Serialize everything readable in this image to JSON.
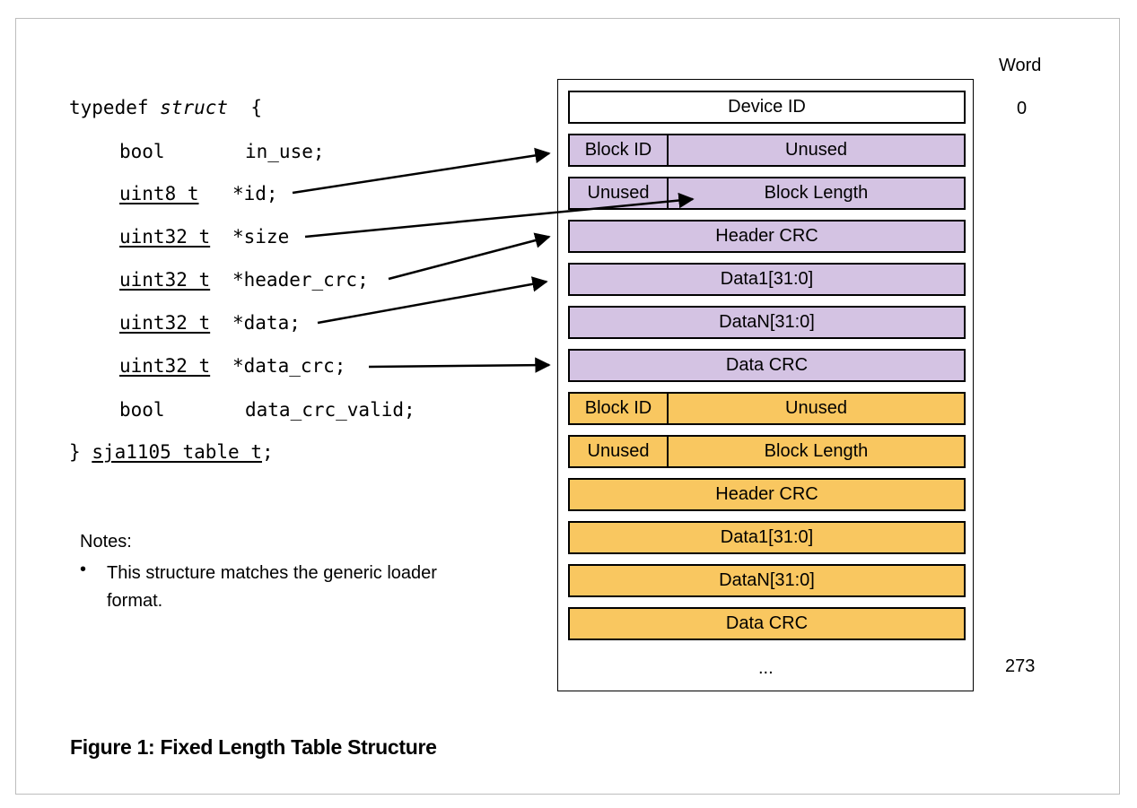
{
  "code": {
    "l1_kw": "typedef",
    "l1_struct": "struct",
    "l1_brace": "{",
    "l2_type": "bool",
    "l2_name": "in_use;",
    "l3_type": "uint8 t",
    "l3_name": "*id;",
    "l4_type": "uint32 t",
    "l4_name": "*size",
    "l5_type": "uint32 t",
    "l5_name": "*header_crc;",
    "l6_type": "uint32 t",
    "l6_name": "*data;",
    "l7_type": "uint32 t",
    "l7_name": "*data_crc;",
    "l8_type": "bool",
    "l8_name": "data_crc_valid;",
    "l9_brace": "}",
    "l9_name": "sja1105 table t",
    "l9_semi": ";"
  },
  "notes": {
    "title": "Notes:",
    "bullet": "•",
    "text": "This structure matches the generic loader format."
  },
  "word_header": "Word",
  "word_start": "0",
  "word_end": "273",
  "ellipsis": "...",
  "rows": [
    {
      "type": "full",
      "color": "white",
      "label": "Device ID"
    },
    {
      "type": "split",
      "color": "purple",
      "left": "Block ID",
      "right": "Unused"
    },
    {
      "type": "split",
      "color": "purple",
      "left": "Unused",
      "right": "Block Length"
    },
    {
      "type": "full",
      "color": "purple",
      "label": "Header CRC"
    },
    {
      "type": "full",
      "color": "purple",
      "label": "Data1[31:0]"
    },
    {
      "type": "full",
      "color": "purple",
      "label": "DataN[31:0]"
    },
    {
      "type": "full",
      "color": "purple",
      "label": "Data CRC"
    },
    {
      "type": "split",
      "color": "orange",
      "left": "Block ID",
      "right": "Unused"
    },
    {
      "type": "split",
      "color": "orange",
      "left": "Unused",
      "right": "Block Length"
    },
    {
      "type": "full",
      "color": "orange",
      "label": "Header CRC"
    },
    {
      "type": "full",
      "color": "orange",
      "label": "Data1[31:0]"
    },
    {
      "type": "full",
      "color": "orange",
      "label": "DataN[31:0]"
    },
    {
      "type": "full",
      "color": "orange",
      "label": "Data CRC"
    }
  ],
  "colors": {
    "purple": "#d4c3e3",
    "orange": "#f9c760",
    "white": "#ffffff",
    "border": "#000000"
  },
  "caption": "Figure 1: Fixed Length Table Structure"
}
